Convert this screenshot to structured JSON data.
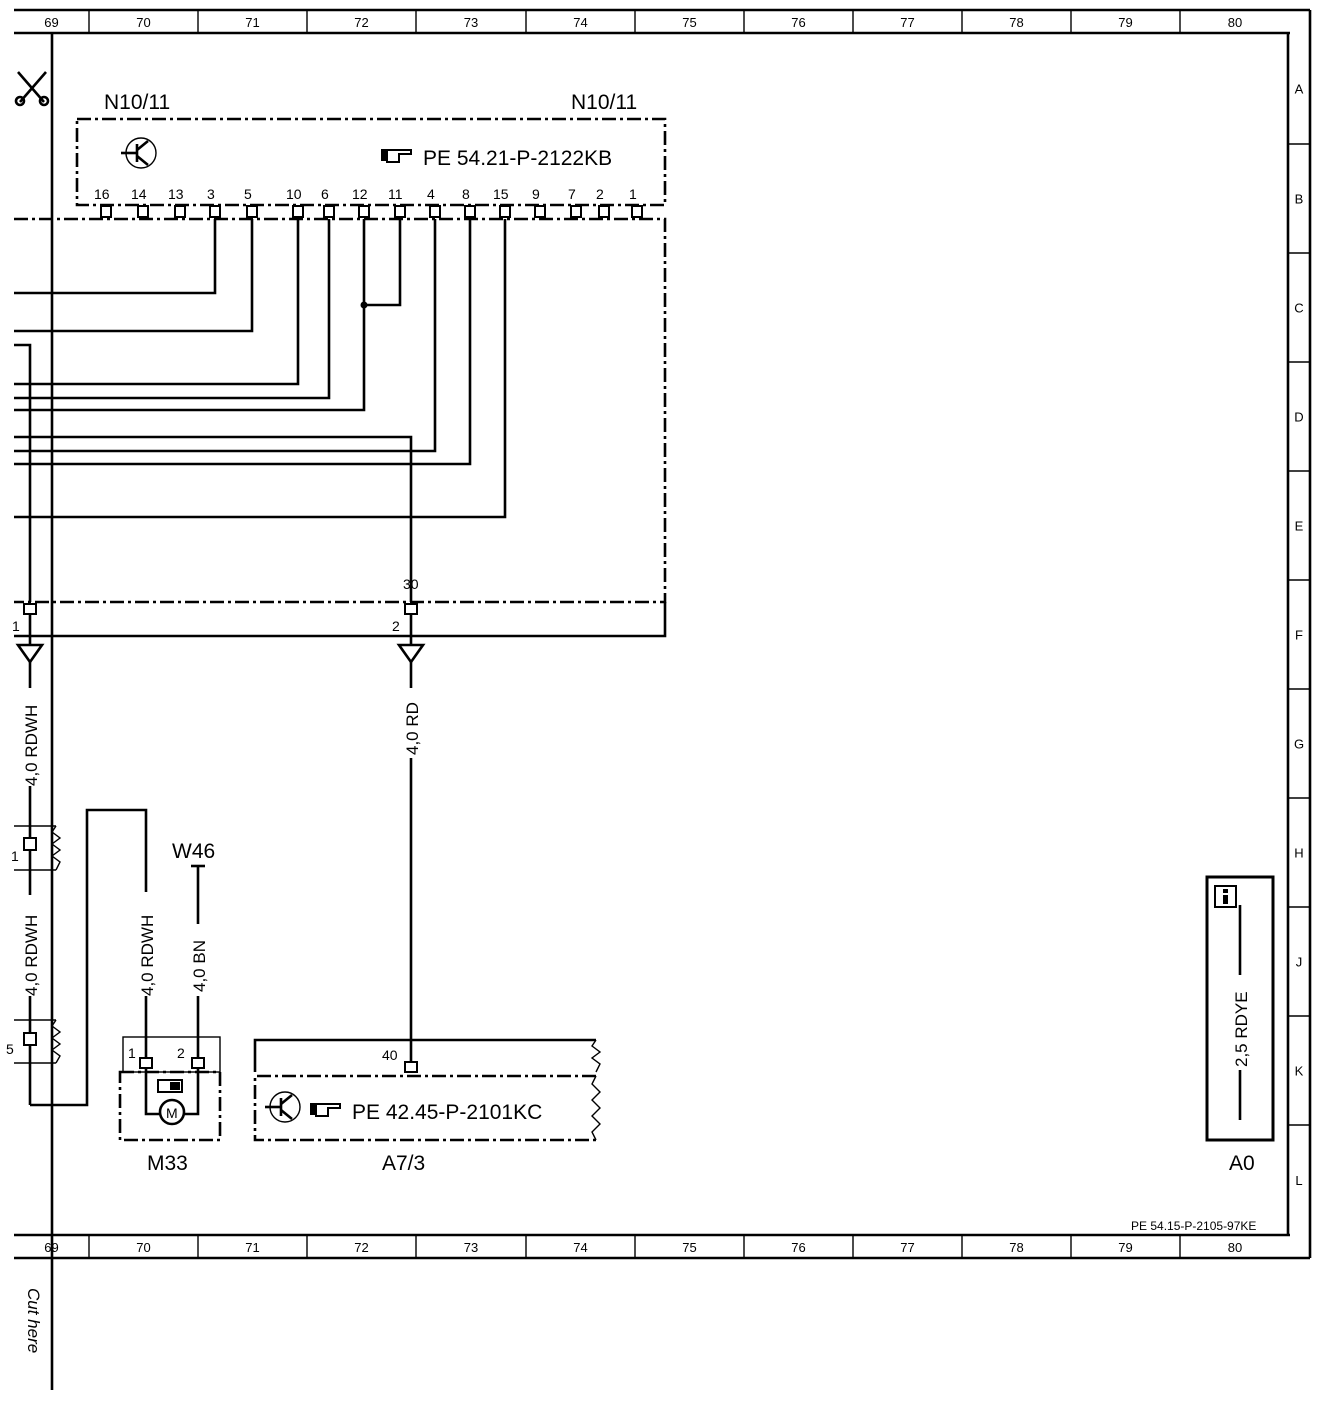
{
  "ruler": {
    "columns": [
      "69",
      "70",
      "71",
      "72",
      "73",
      "74",
      "75",
      "76",
      "77",
      "78",
      "79",
      "80"
    ],
    "rows": [
      "A",
      "B",
      "C",
      "D",
      "E",
      "F",
      "G",
      "H",
      "J",
      "K",
      "L"
    ]
  },
  "components": {
    "n10_11": {
      "label_left": "N10/11",
      "label_right": "N10/11",
      "reference": "PE 54.21-P-2122KB",
      "pins": [
        "16",
        "14",
        "13",
        "3",
        "5",
        "10",
        "6",
        "12",
        "11",
        "4",
        "8",
        "15",
        "9",
        "7",
        "2",
        "1"
      ],
      "pin_30": "30"
    },
    "connector_f": {
      "pin_left": "1",
      "pin_right": "2"
    },
    "connector_h": {
      "pin": "1"
    },
    "connector_k": {
      "pin": "5"
    },
    "m33": {
      "label": "M33",
      "pin_1": "1",
      "pin_2": "2",
      "motor_symbol": "M"
    },
    "w46": {
      "label": "W46"
    },
    "a7_3": {
      "label": "A7/3",
      "reference": "PE 42.45-P-2101KC",
      "pin": "40"
    },
    "a0": {
      "label": "A0",
      "wire": "2,5 RDYE"
    }
  },
  "wires": {
    "left_upper": "4,0 RDWH",
    "left_lower": "4,0 RDWH",
    "red_main": "4,0 RD",
    "m33_pin1": "4,0 RDWH",
    "m33_pin2": "4,0 BN"
  },
  "footer": {
    "document_code": "PE 54.15-P-2105-97KE",
    "cut_text": "Cut here"
  },
  "icons": [
    "scissors-icon",
    "transistor-icon",
    "pointing-hand-icon",
    "info-icon",
    "motor-icon",
    "ground-icon"
  ]
}
